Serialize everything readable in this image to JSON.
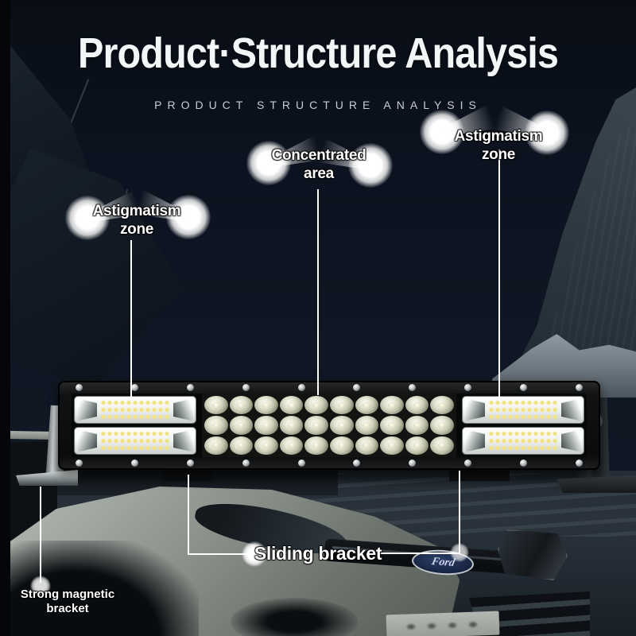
{
  "title": "Product·Structure Analysis",
  "subtitle": "PRODUCT STRUCTURE ANALYSIS",
  "callouts": {
    "astigmatism_right": {
      "label": "Astigmatism zone"
    },
    "concentrated": {
      "line1": "Concentrated",
      "line2": "area"
    },
    "astigmatism_left": {
      "line1": "Astigmatism",
      "line2": "zone"
    },
    "sliding": {
      "label": "Sliding bracket"
    },
    "magnetic": {
      "line1": "Strong magnetic",
      "line2": "bracket"
    }
  },
  "lightbar": {
    "spot_rows": 3,
    "spot_cols": 10,
    "flood_rows_per_side": 2,
    "screws_per_row": 10
  },
  "car": {
    "badge_text": "Ford"
  },
  "colors": {
    "background_dark": "#0c1320",
    "flare_white": "#ffffff",
    "led_warm": "#efe27e",
    "bar_black": "#0a0b0c",
    "snow": "#939ea6"
  }
}
